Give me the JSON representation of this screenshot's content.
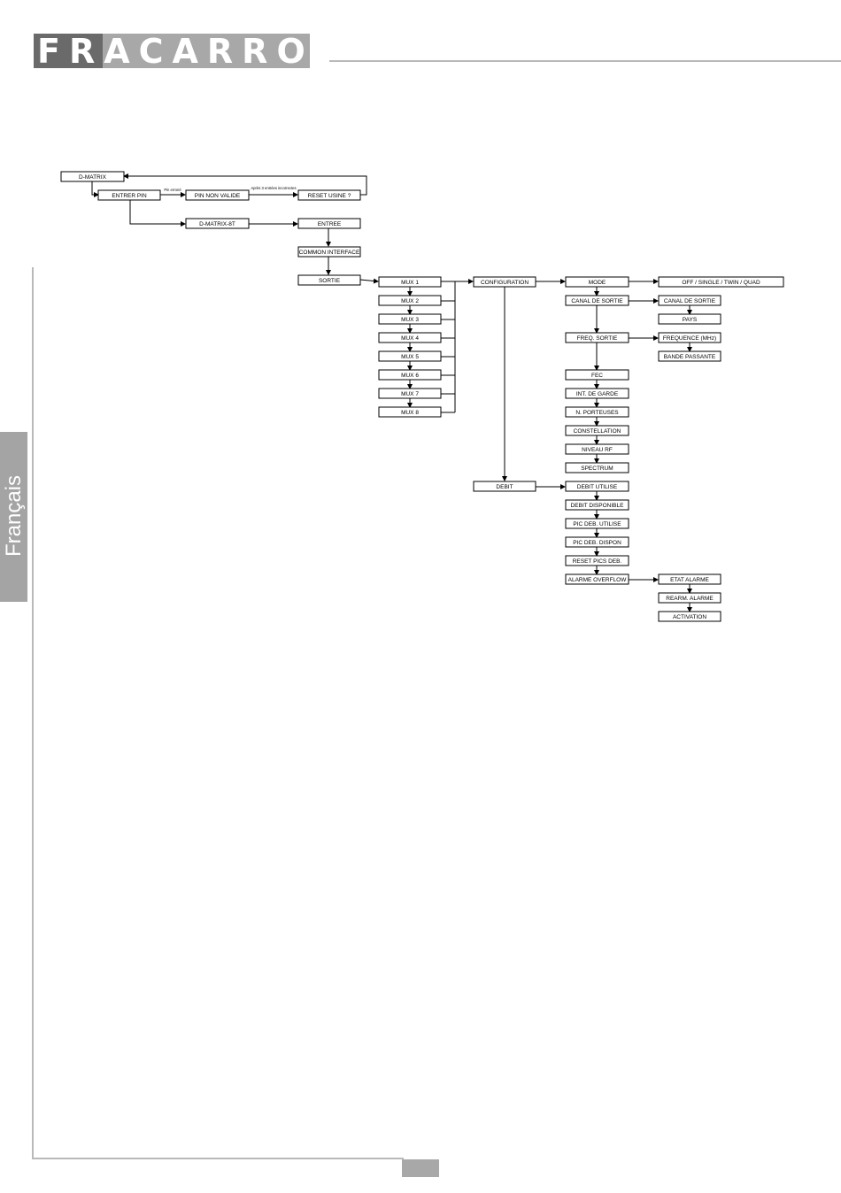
{
  "brand": {
    "name": "FRACARRO"
  },
  "language_tab": "Français",
  "diagram": {
    "nodes": {
      "d_matrix": "D-MATRIX",
      "entrer_pin": "ENTRER PIN",
      "pin_non_valide": "PIN NON VALIDE",
      "reset_usine": "RESET USINE ?",
      "d_matrix_8t": "D-MATRIX-8T",
      "entree": "ENTREE",
      "common_interface": "COMMON INTERFACE",
      "sortie": "SORTIE",
      "mux": [
        "MUX 1",
        "MUX 2",
        "MUX 3",
        "MUX 4",
        "MUX 5",
        "MUX 6",
        "MUX 7",
        "MUX 8"
      ],
      "configuration": "CONFIGURATION",
      "debit": "DEBIT",
      "mode": "MODE",
      "mode_options": "OFF / SINGLE / TWIN / QUAD",
      "canal_de_sortie": "CANAL DE SORTIE",
      "canal_de_sortie_sub": "CANAL DE SORTIE",
      "pays": "PAYS",
      "freq_sortie": "FREQ. SORTIE",
      "frequence": "FREQUENCE  (MHz)",
      "bande_passante": "BANDE PASSANTE",
      "fec": "FEC",
      "int_de_garde": "INT. DE GARDE",
      "n_porteuses": "N. PORTEUSES",
      "constellation": "CONSTELLATION",
      "niveau_rf": "NIVEAU RF",
      "spectrum": "SPECTRUM",
      "debit_utilise": "DEBIT UTILISE",
      "debit_disponible": "DEBIT DISPONIBLE",
      "pic_deb_utilise": "PIC DEB. UTILISE",
      "pic_deb_dispon": "PIC DEB. DISPON",
      "reset_pics_deb": "RESET PICS DEB.",
      "alarme_overflow": "ALARME OVERFLOW",
      "etat_alarme": "ETAT ALARME",
      "rearm_alarme": "REARM. ALARME",
      "activation": "ACTIVATION"
    },
    "edge_labels": {
      "pin_errone": "Pin erroné",
      "apres_3_entrees": "Après 3 entrées incorrectes"
    }
  }
}
